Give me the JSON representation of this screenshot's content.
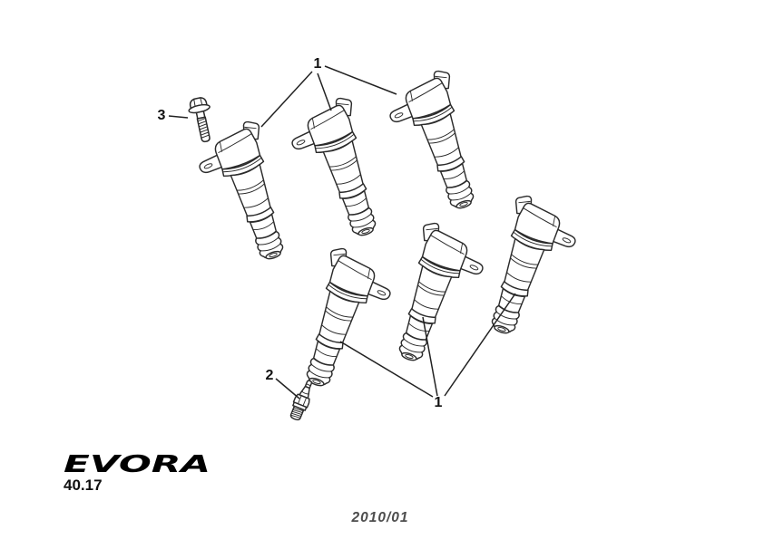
{
  "diagram": {
    "title_implied": "ignition-coils-and-spark-plugs",
    "callouts": [
      {
        "id": "callout-1-top",
        "label": "1"
      },
      {
        "id": "callout-3",
        "label": "3"
      },
      {
        "id": "callout-2",
        "label": "2"
      },
      {
        "id": "callout-1-bottom",
        "label": "1"
      }
    ],
    "parts": [
      {
        "number": "1",
        "name": "ignition-coil",
        "quantity_shown": 6
      },
      {
        "number": "2",
        "name": "spark-plug",
        "quantity_shown": 1
      },
      {
        "number": "3",
        "name": "flange-bolt",
        "quantity_shown": 1
      }
    ]
  },
  "footer": {
    "brand_logo": "EVORA",
    "section_number": "40.17",
    "revision_date": "2010/01"
  },
  "colors": {
    "background": "#ffffff",
    "line_art": "#2b2b2b",
    "callout_text": "#111111",
    "revision_text": "#4d4d4d"
  }
}
